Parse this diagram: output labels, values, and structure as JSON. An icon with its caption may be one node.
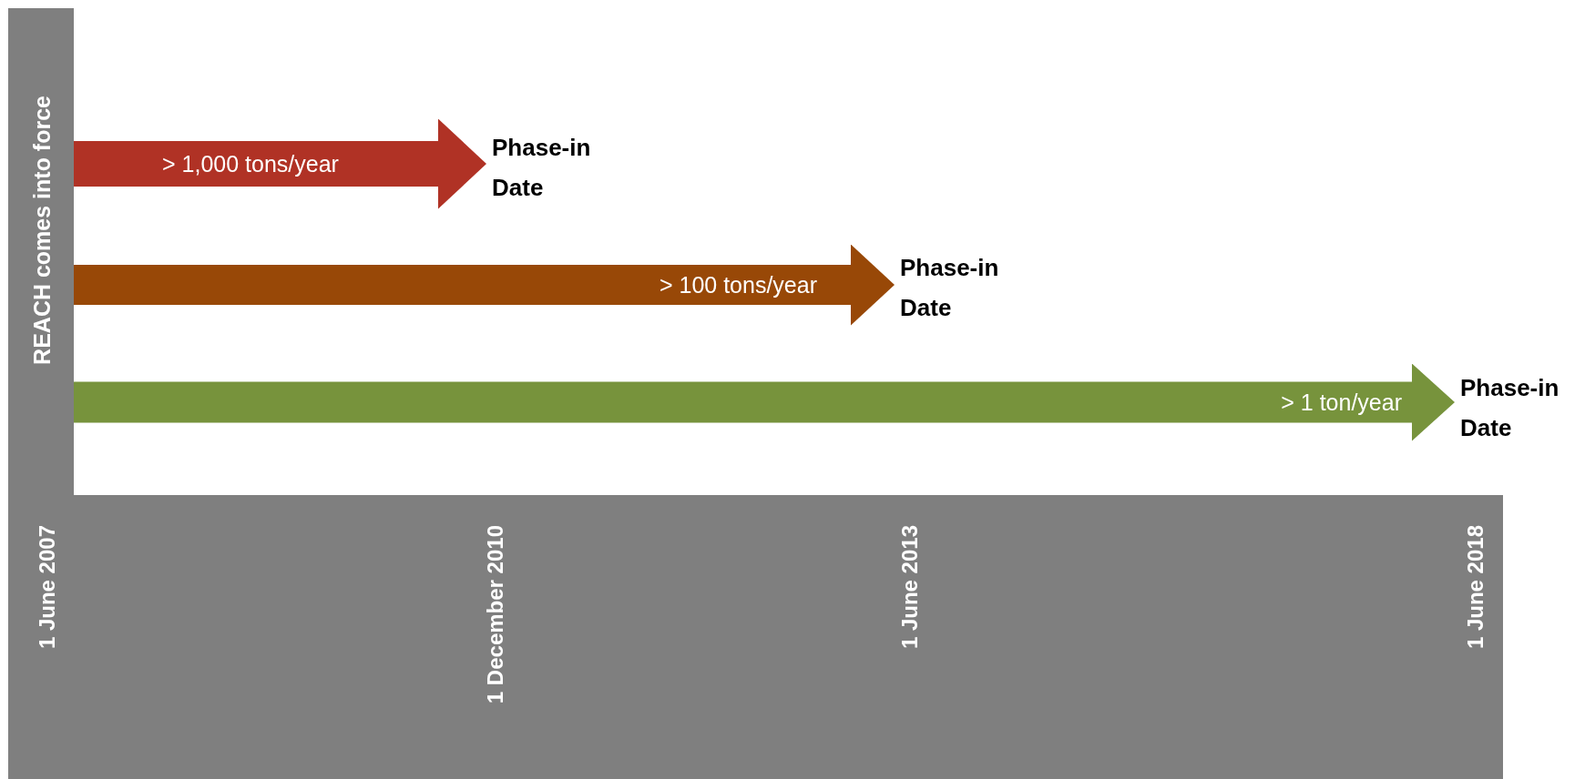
{
  "diagram": {
    "nodes": [
      {
        "text": [
          "REACH comes into force"
        ]
      },
      {
        "text": [
          "1 June 2007",
          "1 December 2010",
          "1 June 2013",
          "1 June 2018"
        ]
      },
      {
        "text": [
          "Phase-in Date"
        ]
      },
      {
        "text": [
          "Phase-in Date"
        ]
      },
      {
        "text": [
          "Phase-in Date"
        ]
      }
    ],
    "edges": [
      {
        "from": 0,
        "to": 2,
        "arrow": "to",
        "label": "> 1,000 tons/year",
        "color": "#b03225"
      },
      {
        "from": 0,
        "to": 3,
        "arrow": "to",
        "label": "> 100 tons/year",
        "color": "#984807"
      },
      {
        "from": 0,
        "to": 4,
        "arrow": "to",
        "label": "> 1 ton/year",
        "color": "#77933c"
      }
    ]
  }
}
